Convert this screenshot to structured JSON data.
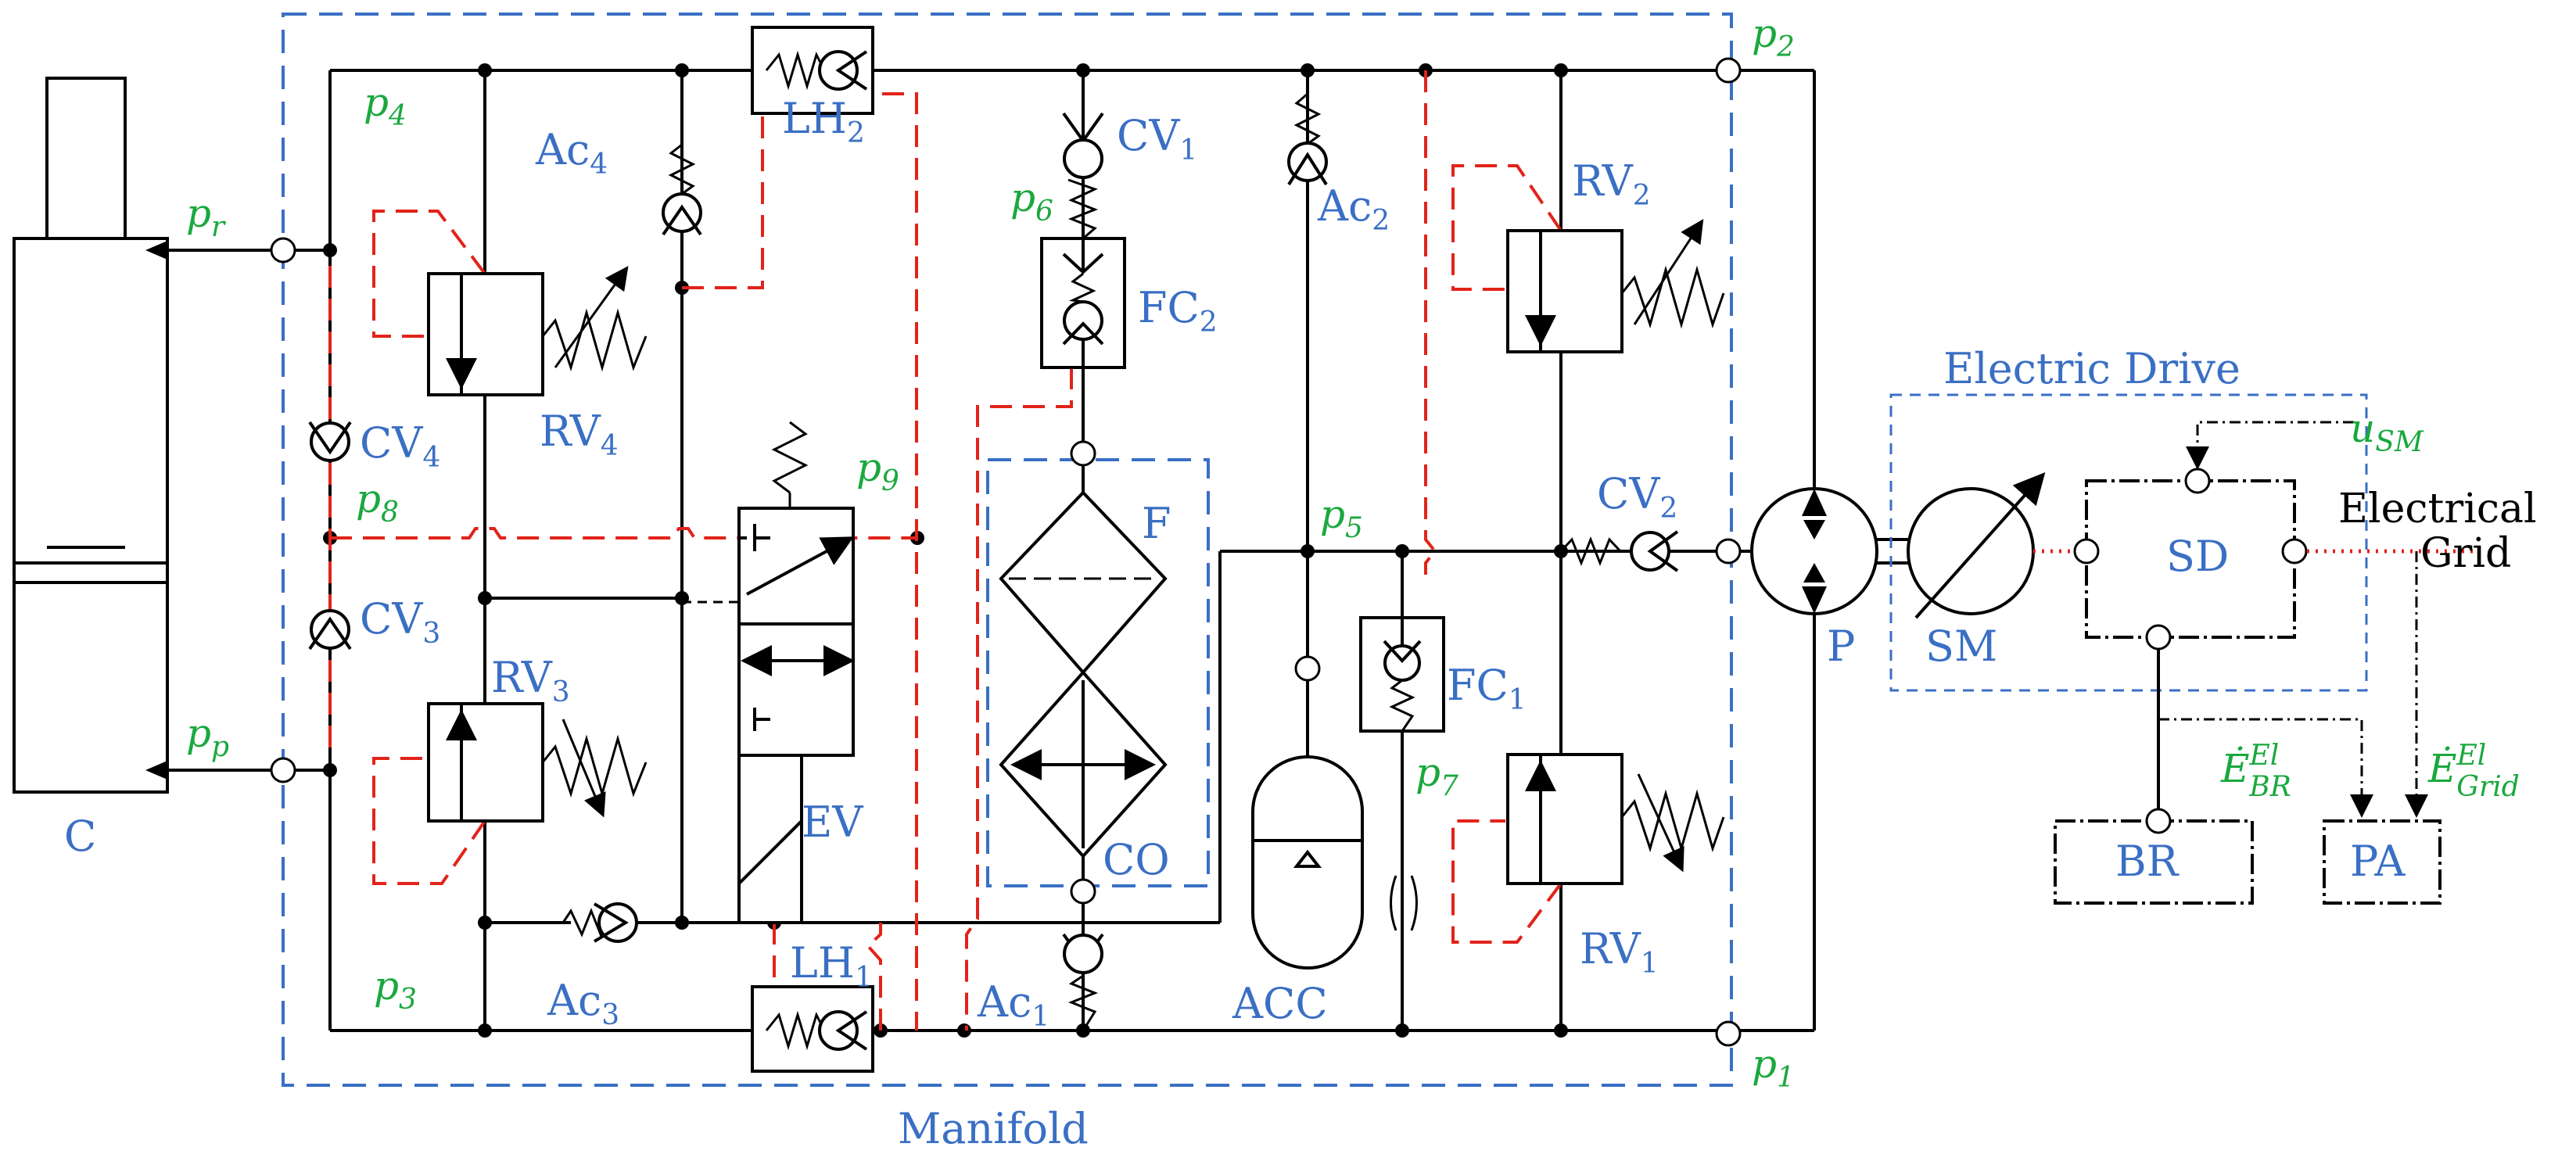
{
  "components": {
    "C": "C",
    "RV4": "RV4",
    "RV3": "RV3",
    "RV2": "RV2",
    "RV1": "RV1",
    "CV4": "CV4",
    "CV3": "CV3",
    "CV2": "CV2",
    "CV1": "CV1",
    "LH2": "LH2",
    "LH1": "LH1",
    "Ac4": "Ac4",
    "Ac3": "Ac3",
    "Ac2": "Ac2",
    "Ac1": "Ac1",
    "FC2": "FC2",
    "FC1": "FC1",
    "EV": "EV",
    "F": "F",
    "CO": "CO",
    "ACC": "ACC",
    "P": "P",
    "SM": "SM",
    "SD": "SD",
    "BR": "BR",
    "PA": "PA"
  },
  "groups": {
    "manifold": "Manifold",
    "electric_drive": "Electric Drive",
    "electrical_grid": "Electrical Grid"
  },
  "pressures": {
    "p1": "p1",
    "p2": "p2",
    "p3": "p3",
    "p4": "p4",
    "p5": "p5",
    "p6": "p6",
    "p7": "p7",
    "p8": "p8",
    "p9": "p9",
    "pr": "pr",
    "pp": "pp"
  },
  "signals": {
    "u_sm": "uSM",
    "e_br": "ĖElBR",
    "e_grid": "ĖElGrid"
  },
  "colors": {
    "component_label": "#3a6fc4",
    "pressure_label": "#1aa83e",
    "pilot_line": "#e2231a",
    "hydraulic_line": "#000000"
  }
}
